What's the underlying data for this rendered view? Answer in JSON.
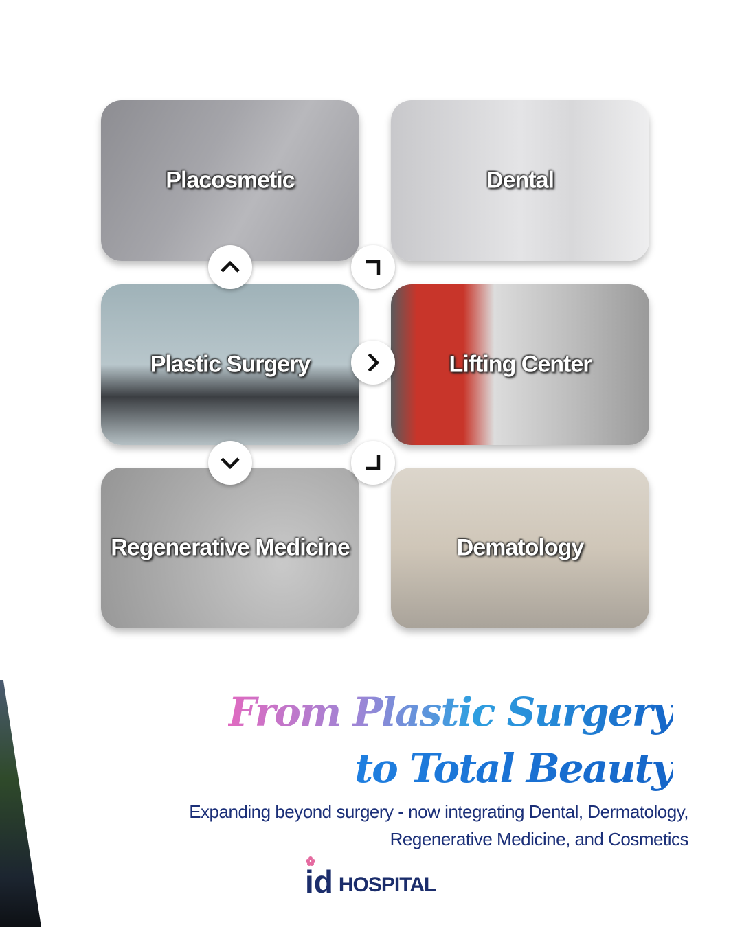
{
  "cards": [
    {
      "label": "Placosmetic"
    },
    {
      "label": "Dental"
    },
    {
      "label": "Plastic Surgery"
    },
    {
      "label": "Lifting Center"
    },
    {
      "label": "Regenerative Medicine"
    },
    {
      "label": "Dematology"
    }
  ],
  "headline": {
    "line1": "From Plastic Surgery",
    "line2": "to Total Beauty"
  },
  "subtitle": {
    "line1": "Expanding beyond surgery - now integrating Dental, Dermatology,",
    "line2": "Regenerative Medicine, and Cosmetics"
  },
  "logo": {
    "mark": "id",
    "name": "HOSPITAL"
  },
  "colors": {
    "navy": "#1b2f78",
    "pink": "#e06ac0",
    "blue": "#1565c8"
  }
}
